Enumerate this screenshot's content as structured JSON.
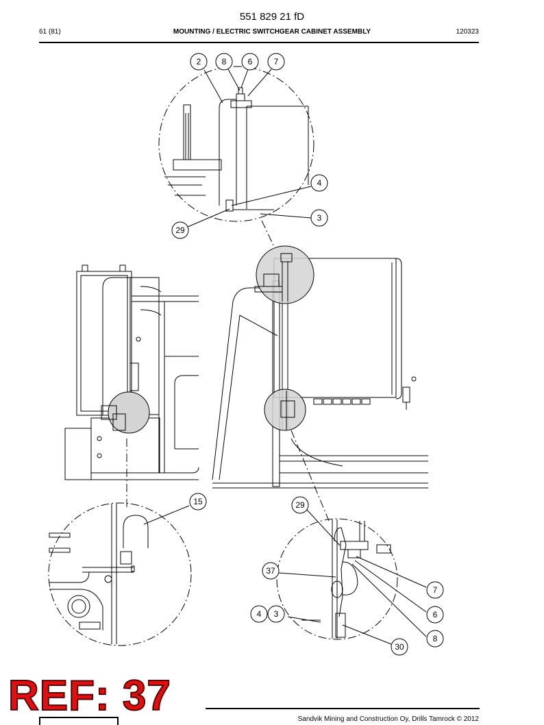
{
  "header": {
    "doc_number": "551 829 21 fD",
    "page": "61 (81)",
    "title": "MOUNTING / ELECTRIC SWITCHGEAR CABINET ASSEMBLY",
    "code": "120323"
  },
  "callouts": {
    "c2": "2",
    "c8a": "8",
    "c6a": "6",
    "c7a": "7",
    "c4a": "4",
    "c3a": "3",
    "c29a": "29",
    "c15": "15",
    "c29b": "29",
    "c37": "37",
    "c4b": "4",
    "c3b": "3",
    "c7b": "7",
    "c6b": "6",
    "c8b": "8",
    "c30": "30"
  },
  "stamp": {
    "text": "REF: 37",
    "color": "#e01010"
  },
  "footer": {
    "text": "Sandvik Mining and Construction Oy, Drills Tamrock © 2012"
  }
}
